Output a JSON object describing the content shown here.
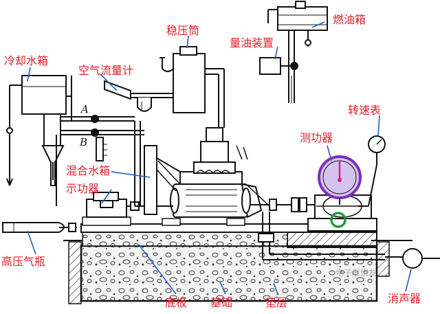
{
  "labels": {
    "fuel_tank": "燃油箱",
    "surge_tank": "稳压筒",
    "fuel_meter": "量油装置",
    "cooling_tank": "冷却水箱",
    "air_flow_meter": "空气流量计",
    "tachometer": "转速表",
    "dynamometer": "测功器",
    "mixing_tank": "混合水箱",
    "indicator": "示功器",
    "gas_cylinder": "高压气瓶",
    "base_plate": "底板",
    "foundation": "基础",
    "cushion": "垫层",
    "muffler": "消声器"
  },
  "markers": {
    "a": "A",
    "b": "B"
  },
  "watermark": "电子发烧友",
  "colors": {
    "label_red": "#e0202a",
    "line": "#1a1a1a",
    "dynamometer_ring": "#7b2fbe",
    "dynamometer_fill": "#cdb4ea",
    "green_ring": "#1f9a3a",
    "foundation_fill": "#f2f2f2"
  }
}
